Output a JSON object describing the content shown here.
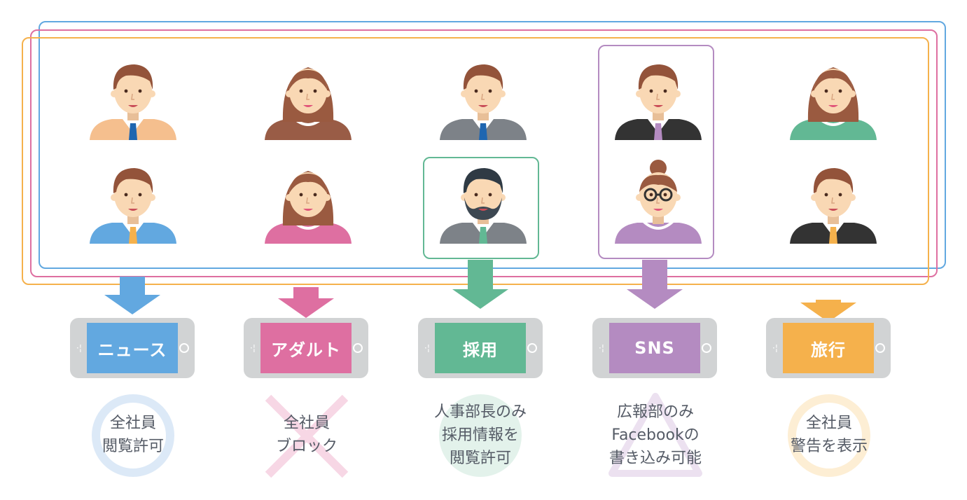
{
  "colors": {
    "blue": "#62a8e0",
    "pink": "#de6fa1",
    "green": "#62b894",
    "purple": "#b48bc1",
    "orange": "#f5b14c",
    "phone_body": "#d1d3d4",
    "caption_text": "#555b66"
  },
  "employees": [
    {
      "name": "man-peach-suit",
      "gender": "male",
      "clothes": "#f5bf8e",
      "tie": "#1f66b0"
    },
    {
      "name": "woman-brown-sweater",
      "gender": "female",
      "clothes": "#995c46"
    },
    {
      "name": "man-gray-suit",
      "gender": "male",
      "clothes": "#7d8288",
      "tie": "#1f66b0"
    },
    {
      "name": "man-black-suit",
      "gender": "male",
      "clothes": "#333333",
      "tie": "#b48bc1"
    },
    {
      "name": "woman-green-sweater",
      "gender": "female",
      "clothes": "#62b894"
    },
    {
      "name": "man-blue-suit",
      "gender": "male",
      "clothes": "#62a8e0",
      "tie": "#f5b14c"
    },
    {
      "name": "woman-pink-sweater",
      "gender": "female",
      "clothes": "#de6fa1"
    },
    {
      "name": "bearded-man-hr-head",
      "gender": "beard",
      "clothes": "#7d8288",
      "tie": "#62b894"
    },
    {
      "name": "woman-glasses-pr",
      "gender": "glasses",
      "clothes": "#b48bc1"
    },
    {
      "name": "man-dark-suit",
      "gender": "male",
      "clothes": "#333333",
      "tie": "#f5b14c"
    }
  ],
  "categories": [
    {
      "label": "ニュース",
      "color": "#62a8e0",
      "symbol": "circle",
      "caption": [
        "全社員",
        "閲覧許可"
      ]
    },
    {
      "label": "アダルト",
      "color": "#de6fa1",
      "symbol": "cross",
      "caption": [
        "全社員",
        "ブロック"
      ]
    },
    {
      "label": "採用",
      "color": "#62b894",
      "symbol": "circle",
      "caption": [
        "人事部長のみ",
        "採用情報を",
        "閲覧許可"
      ]
    },
    {
      "label": "SNS",
      "color": "#b48bc1",
      "symbol": "triangle",
      "caption": [
        "広報部のみ",
        "Facebookの",
        "書き込み可能"
      ]
    },
    {
      "label": "旅行",
      "color": "#f5b14c",
      "symbol": "circle",
      "caption": [
        "全社員",
        "警告を表示"
      ]
    }
  ]
}
